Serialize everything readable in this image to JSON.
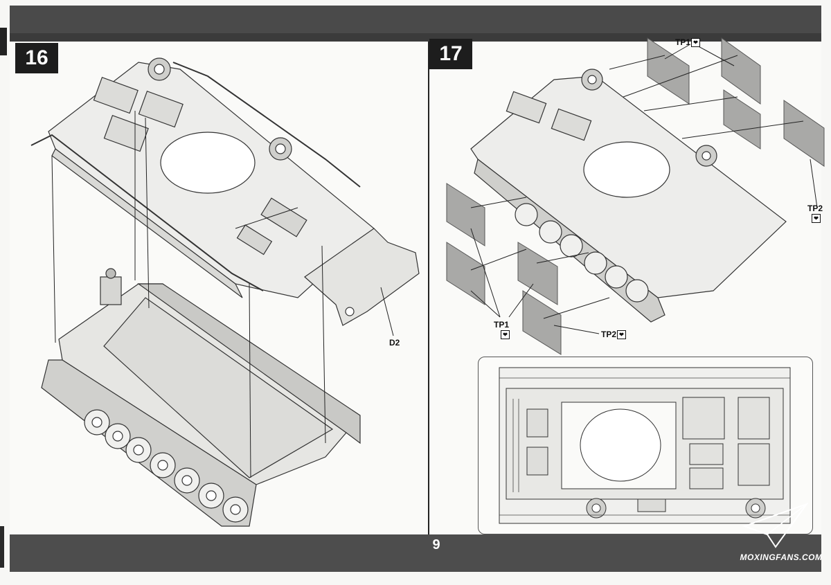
{
  "document": {
    "page_number": "9",
    "steps": [
      {
        "number": "16",
        "labels": {
          "part_d2": "D2"
        }
      },
      {
        "number": "17",
        "labels": {
          "tp1_top": "TP1",
          "tp1_bottom": "TP1",
          "tp2_right": "TP2",
          "tp2_bottom": "TP2"
        }
      }
    ],
    "watermark": "MOXINGFANS.COM"
  }
}
